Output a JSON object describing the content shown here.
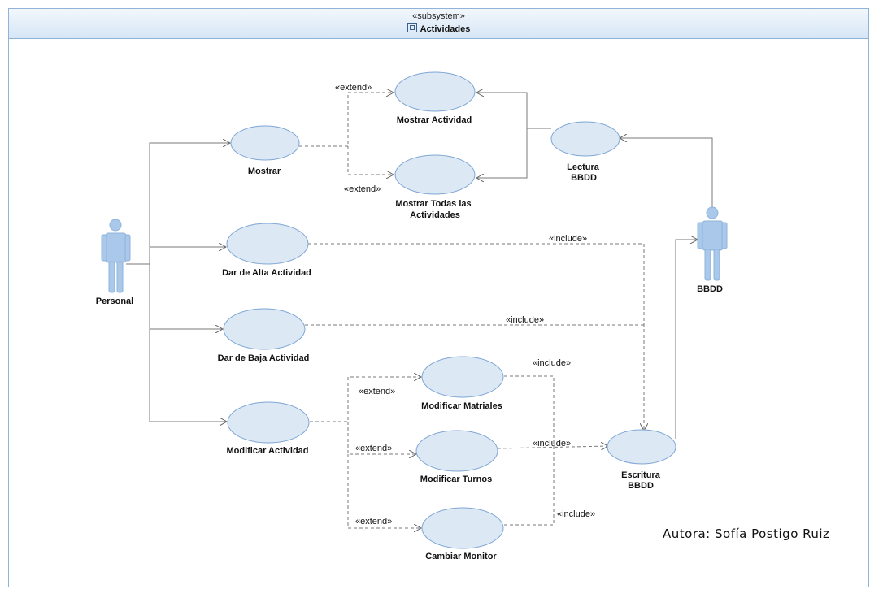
{
  "subsystem": {
    "stereotype": "«subsystem»",
    "name": "Actividades"
  },
  "actors": {
    "personal": "Personal",
    "bbdd": "BBDD"
  },
  "use_cases": {
    "mostrar": "Mostrar",
    "mostrar_actividad": "Mostrar Actividad",
    "mostrar_todas": [
      "Mostrar Todas las",
      "Actividades"
    ],
    "lectura": [
      "Lectura",
      "BBDD"
    ],
    "alta": "Dar de Alta Actividad",
    "baja": "Dar de Baja Actividad",
    "modificar": "Modificar Actividad",
    "materiales": "Modificar Matriales",
    "turnos": "Modificar Turnos",
    "monitor": "Cambiar Monitor",
    "escritura": [
      "Escritura",
      "BBDD"
    ]
  },
  "relations": {
    "extend": "«extend»",
    "include": "«include»"
  },
  "author": "Autora: Sofía Postigo Ruiz",
  "colors": {
    "frame_border": "#8fb3d9",
    "usecase_fill": "#dde8f5",
    "usecase_stroke": "#7ea6d4",
    "actor_fill": "#a9c8ea",
    "line": "#7a7a7a"
  }
}
